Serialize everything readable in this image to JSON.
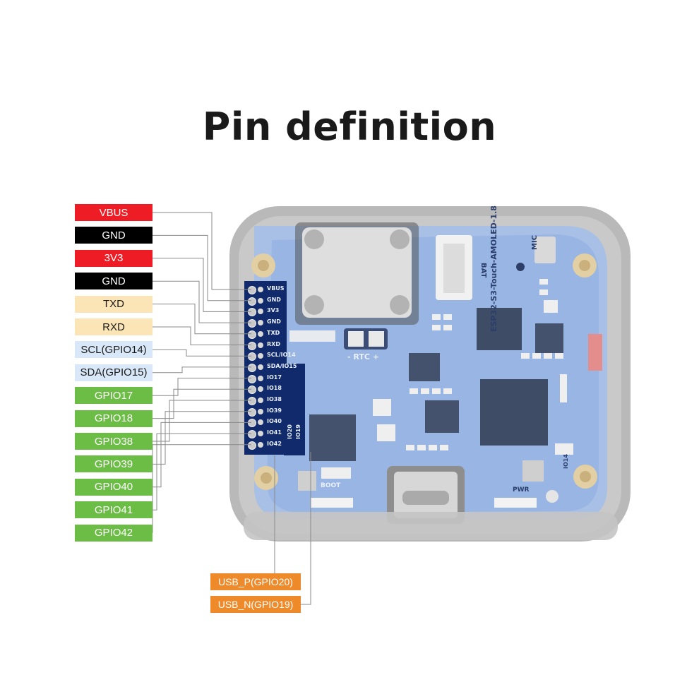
{
  "title": "Pin definition",
  "pins": [
    {
      "label": "VBUS",
      "bg": "#ee1c24",
      "fg": "#ffffff",
      "board_label": "VBUS"
    },
    {
      "label": "GND",
      "bg": "#000000",
      "fg": "#ffffff",
      "board_label": "GND"
    },
    {
      "label": "3V3",
      "bg": "#ee1c24",
      "fg": "#ffffff",
      "board_label": "3V3"
    },
    {
      "label": "GND",
      "bg": "#000000",
      "fg": "#ffffff",
      "board_label": "GND"
    },
    {
      "label": "TXD",
      "bg": "#fbe4b6",
      "fg": "#1a1a1a",
      "board_label": "TXD"
    },
    {
      "label": "RXD",
      "bg": "#fbe4b6",
      "fg": "#1a1a1a",
      "board_label": "RXD"
    },
    {
      "label": "SCL(GPIO14)",
      "bg": "#d8e8f8",
      "fg": "#1a1a1a",
      "board_label": "SCL/IO14"
    },
    {
      "label": "SDA(GPIO15)",
      "bg": "#d8e8f8",
      "fg": "#1a1a1a",
      "board_label": "SDA/IO15"
    },
    {
      "label": "GPIO17",
      "bg": "#6cbd45",
      "fg": "#ffffff",
      "board_label": "IO17"
    },
    {
      "label": "GPIO18",
      "bg": "#6cbd45",
      "fg": "#ffffff",
      "board_label": "IO18"
    },
    {
      "label": "GPIO38",
      "bg": "#6cbd45",
      "fg": "#ffffff",
      "board_label": "IO38"
    },
    {
      "label": "GPIO39",
      "bg": "#6cbd45",
      "fg": "#ffffff",
      "board_label": "IO39"
    },
    {
      "label": "GPIO40",
      "bg": "#6cbd45",
      "fg": "#ffffff",
      "board_label": "IO40"
    },
    {
      "label": "GPIO41",
      "bg": "#6cbd45",
      "fg": "#ffffff",
      "board_label": "IO41"
    },
    {
      "label": "GPIO42",
      "bg": "#6cbd45",
      "fg": "#ffffff",
      "board_label": "IO42"
    }
  ],
  "usb_pins": [
    {
      "label": "USB_P(GPIO20)",
      "bg": "#ef8a2b",
      "fg": "#ffffff",
      "board_label": "IO20"
    },
    {
      "label": "USB_N(GPIO19)",
      "bg": "#ef8a2b",
      "fg": "#ffffff",
      "board_label": "IO19"
    }
  ],
  "board": {
    "model_text": "ESP32-S3-Touch-AMOLED-1.8",
    "rtc_text": "- RTC +",
    "bat_text": "BAT",
    "mic_text": "MIC",
    "boot_text": "BOOT",
    "pwr_text": "PWR",
    "io14_text": "IO14",
    "colors": {
      "pcb": "#3d6fd0",
      "case": "#8c8c8c",
      "wire": "#8a8a8a"
    }
  }
}
